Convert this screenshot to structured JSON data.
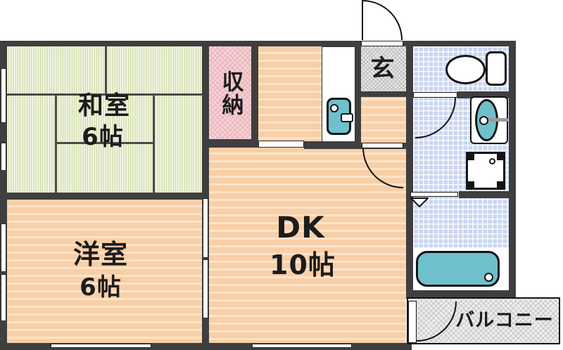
{
  "floorplan": {
    "rooms": {
      "washitsu": {
        "label": "和室",
        "size": "6帖"
      },
      "youshitsu": {
        "label": "洋室",
        "size": "6帖"
      },
      "dk": {
        "label": "DK",
        "size": "10帖"
      },
      "closet": {
        "label": "収納"
      },
      "entrance": {
        "label": "玄"
      },
      "balcony": {
        "label": "バルコニー"
      }
    },
    "fixtures": [
      "kitchen-sink",
      "toilet",
      "vanity-sink",
      "washing-machine",
      "bathtub",
      "folding-door"
    ],
    "colors": {
      "wall": "#3f3f3f",
      "line": "#141414",
      "tatami-base": "#f1f5e2",
      "tatami-stripe": "#c9d6a0",
      "floor-base": "#f9cfa7",
      "floor-stripe": "#fbe4cb",
      "tile-base": "#c9d6f1",
      "closet-base": "#f6d0d4",
      "entrance-base": "#e9e9e9",
      "balcony-base": "#ededed",
      "fixture": "#6fc0cd"
    }
  }
}
